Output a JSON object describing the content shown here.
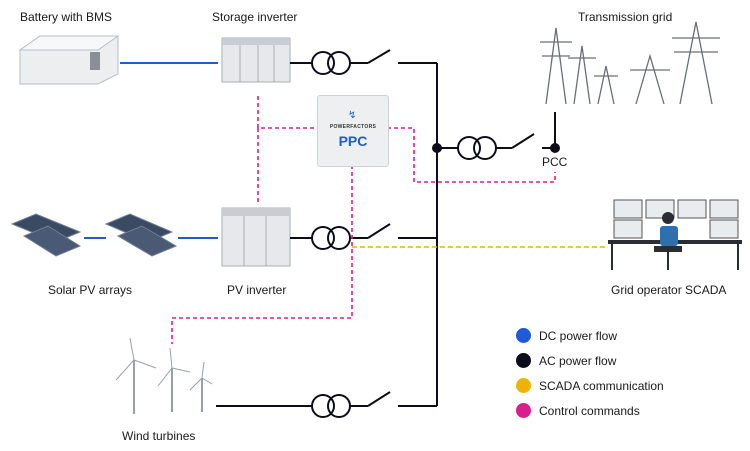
{
  "labels": {
    "battery": "Battery with BMS",
    "storage_inverter": "Storage inverter",
    "transmission_grid": "Transmission grid",
    "pcc": "PCC",
    "solar_pv": "Solar PV arrays",
    "pv_inverter": "PV inverter",
    "grid_operator": "Grid operator SCADA",
    "wind_turbines": "Wind turbines"
  },
  "ppc": {
    "brand": "POWERFACTORS",
    "title": "PPC"
  },
  "legend": [
    {
      "label": "DC power flow",
      "color": "#1e5bd8"
    },
    {
      "label": "AC power flow",
      "color": "#0d0d1a"
    },
    {
      "label": "SCADA communication",
      "color": "#f0b400"
    },
    {
      "label": "Control commands",
      "color": "#d6208f"
    }
  ],
  "colors": {
    "dc": "#1e5bd8",
    "ac": "#0d0d1a",
    "scada": "#f0b400",
    "control": "#d6208f"
  }
}
